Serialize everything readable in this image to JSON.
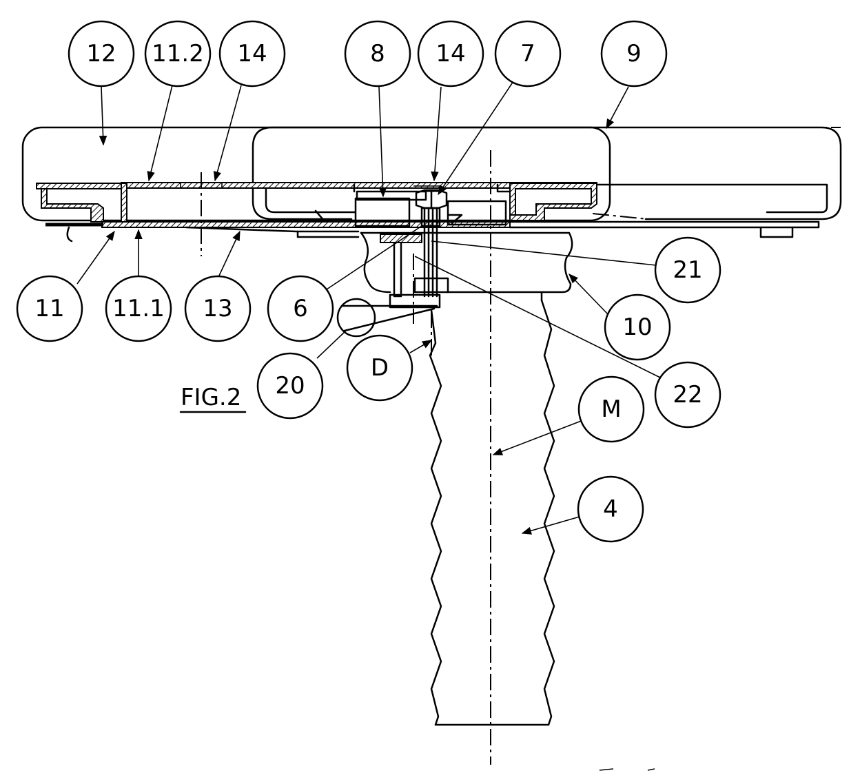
{
  "figure_label": "FIG.2",
  "callouts": [
    {
      "id": "c12",
      "text": "12"
    },
    {
      "id": "c112",
      "text": "11.2"
    },
    {
      "id": "c14a",
      "text": "14"
    },
    {
      "id": "c8",
      "text": "8"
    },
    {
      "id": "c14b",
      "text": "14"
    },
    {
      "id": "c7",
      "text": "7"
    },
    {
      "id": "c9",
      "text": "9"
    },
    {
      "id": "c11",
      "text": "11"
    },
    {
      "id": "c111",
      "text": "11.1"
    },
    {
      "id": "c13",
      "text": "13"
    },
    {
      "id": "c6",
      "text": "6"
    },
    {
      "id": "c21",
      "text": "21"
    },
    {
      "id": "c10",
      "text": "10"
    },
    {
      "id": "c20",
      "text": "20"
    },
    {
      "id": "cD",
      "text": "D"
    },
    {
      "id": "c22",
      "text": "22"
    },
    {
      "id": "cM",
      "text": "M"
    },
    {
      "id": "c4",
      "text": "4"
    }
  ]
}
